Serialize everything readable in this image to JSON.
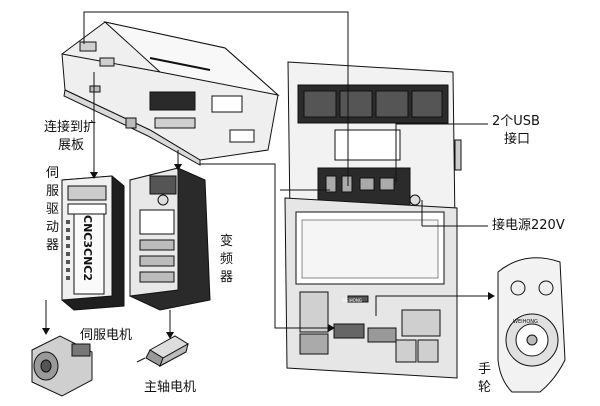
{
  "labels": {
    "expansion_board": [
      "连接到扩",
      "展板"
    ],
    "servo_drive": [
      "伺",
      "服",
      "驱",
      "动",
      "器"
    ],
    "inverter": [
      "变",
      "频",
      "器"
    ],
    "servo_motor": "伺服电机",
    "spindle_motor": "主轴电机",
    "usb_ports": [
      "2个USB",
      "接口"
    ],
    "power": "接电源220V",
    "handwheel": [
      "手",
      "轮"
    ]
  },
  "device_text": {
    "drive_vertical": "CNC3CNC2",
    "panel_brand": "WEIHONG",
    "handwheel_brand": "WEIHONG"
  },
  "colors": {
    "line": "#111111",
    "device_fill": "#f2f2f2",
    "device_dark": "#2a2a2a",
    "panel_fill": "#e6e6e6"
  }
}
